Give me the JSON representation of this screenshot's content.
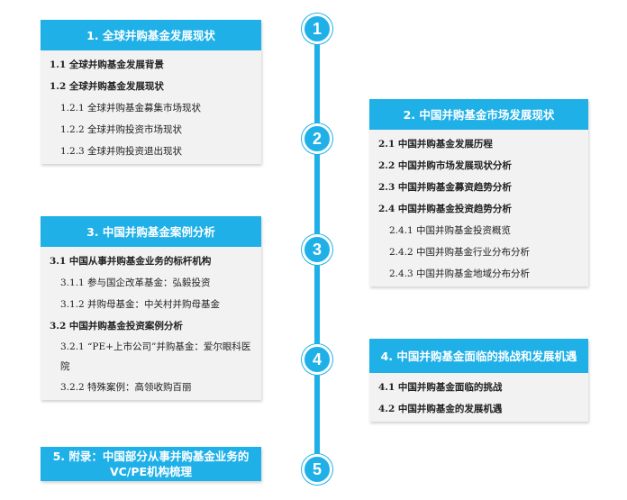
{
  "colors": {
    "accent": "#1fb0e8",
    "body_bg": "#f2f2f2"
  },
  "nodes": [
    "1",
    "2",
    "3",
    "4",
    "5"
  ],
  "section1": {
    "title": "1. 全球并购基金发展现状",
    "items": [
      "1.1 全球并购基金发展背景",
      "1.2 全球并购基金发展现状",
      "1.2.1 全球并购基金募集市场现状",
      "1.2.2 全球并购投资市场现状",
      "1.2.3 全球并购投资退出现状"
    ]
  },
  "section2": {
    "title": "2. 中国并购基金市场发展现状",
    "items": [
      "2.1 中国并购基金发展历程",
      "2.2 中国并购市场发展现状分析",
      "2.3 中国并购基金募资趋势分析",
      "2.4 中国并购基金投资趋势分析",
      "2.4.1 中国并购基金投资概览",
      "2.4.2 中国并购基金行业分布分析",
      "2.4.3 中国并购基金地域分布分析"
    ]
  },
  "section3": {
    "title": "3. 中国并购基金案例分析",
    "items": [
      "3.1 中国从事并购基金业务的标杆机构",
      "3.1.1 参与国企改革基金：弘毅投资",
      "3.1.2 并购母基金：中关村并购母基金",
      "3.2 中国并购基金投资案例分析",
      "3.2.1 “PE+上市公司”并购基金：爱尔眼科医院",
      "3.2.2 特殊案例：高领收购百丽"
    ]
  },
  "section4": {
    "title": "4. 中国并购基金面临的挑战和发展机遇",
    "items": [
      "4.1 中国并购基金面临的挑战",
      "4.2 中国并购基金的发展机遇"
    ]
  },
  "section5": {
    "title": "5. 附录：中国部分从事并购基金业务的VC/PE机构梳理"
  }
}
